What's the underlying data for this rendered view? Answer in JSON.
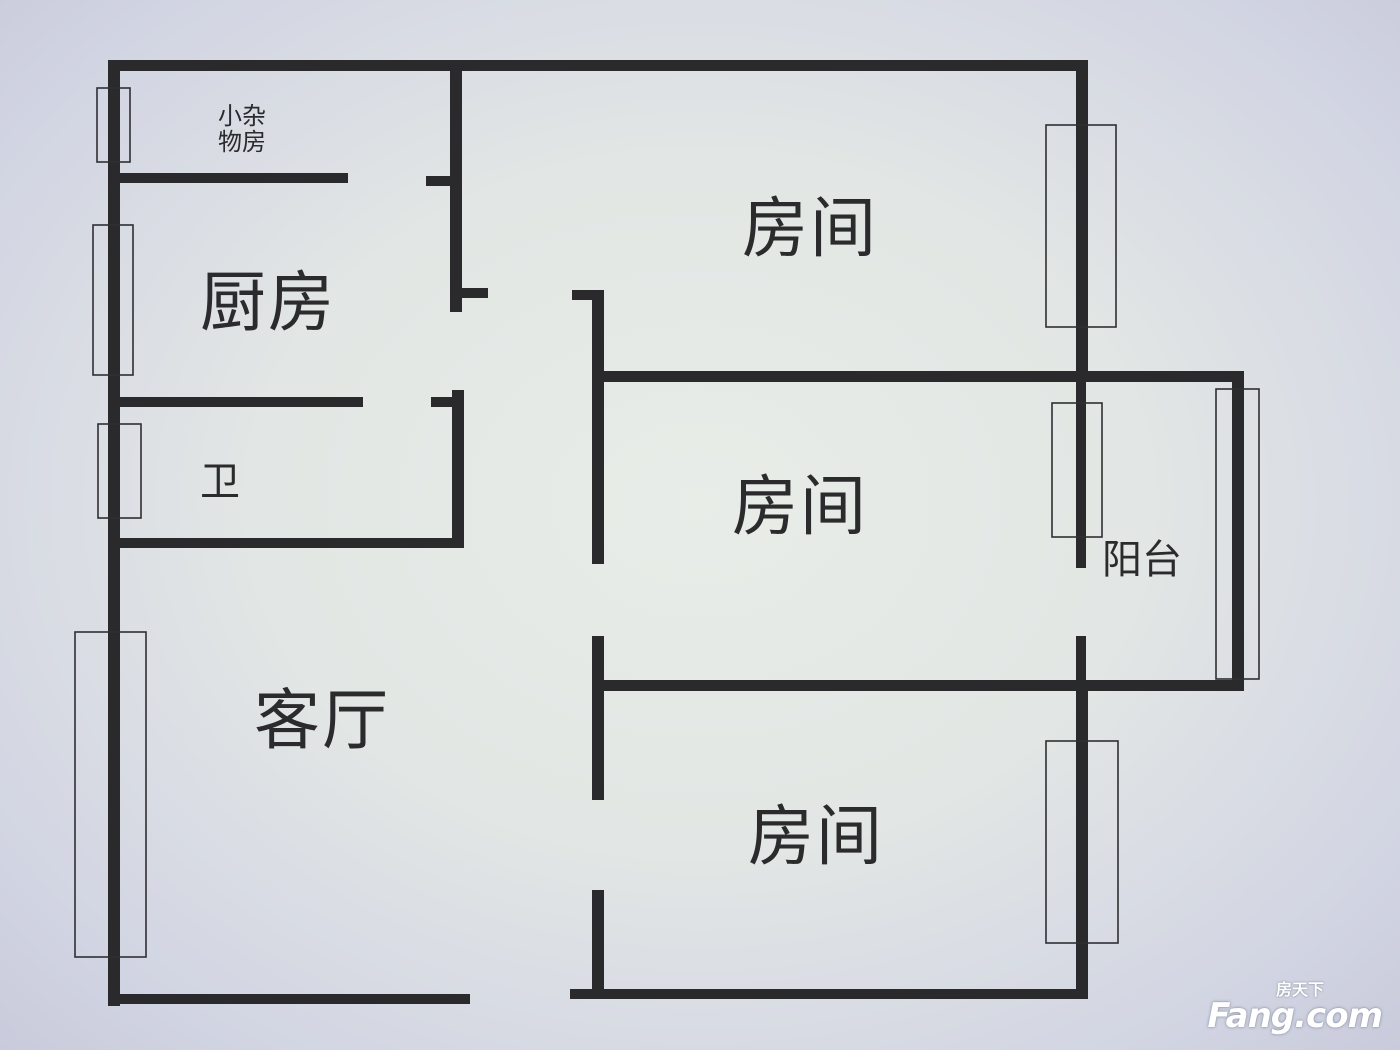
{
  "rooms": {
    "storage_line1": "小杂",
    "storage_line2": "物房",
    "kitchen": "厨房",
    "bathroom": "卫",
    "living_room": "客厅",
    "bedroom_1": "房间",
    "bedroom_2": "房间",
    "bedroom_3": "房间",
    "balcony": "阳台"
  },
  "watermark": {
    "top": "房天下",
    "main": "Fang.com"
  }
}
